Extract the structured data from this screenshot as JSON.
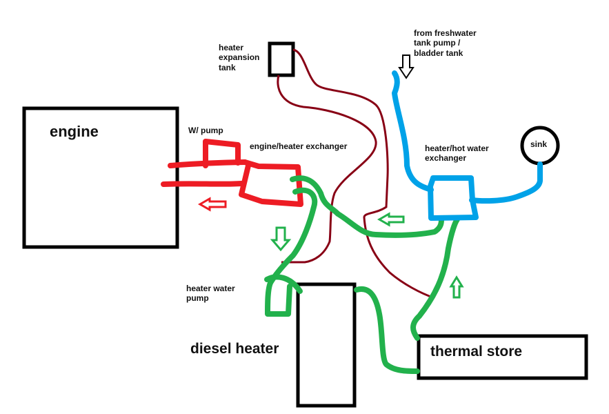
{
  "diagram": {
    "title": "Heating circuit sketch",
    "colors": {
      "engine_circuit": "#ed1c24",
      "heater_circuit": "#22b14c",
      "fresh_water": "#00a2e8",
      "expansion_line": "#880015",
      "outline": "#000000"
    },
    "components": {
      "engine": "engine",
      "diesel_heater": "diesel heater",
      "thermal_store": "thermal store",
      "sink": "sink",
      "expansion_tank": "heater\nexpansion\ntank",
      "pump": "W/ pump",
      "engine_exchanger": "engine/heater exchanger",
      "hot_water_exchanger": "heater/hot water\nexchanger",
      "heater_water_pump": "heater water\npump",
      "freshwater_source": "from freshwater\ntank pump /\nbladder tank"
    },
    "flow_arrows": [
      {
        "id": "engine-return",
        "color": "red",
        "direction": "left"
      },
      {
        "id": "heater-to-pump",
        "color": "green",
        "direction": "down"
      },
      {
        "id": "exchanger-return",
        "color": "green",
        "direction": "left"
      },
      {
        "id": "store-to-exchanger",
        "color": "green",
        "direction": "up"
      },
      {
        "id": "freshwater-in",
        "color": "black",
        "direction": "down"
      }
    ]
  }
}
